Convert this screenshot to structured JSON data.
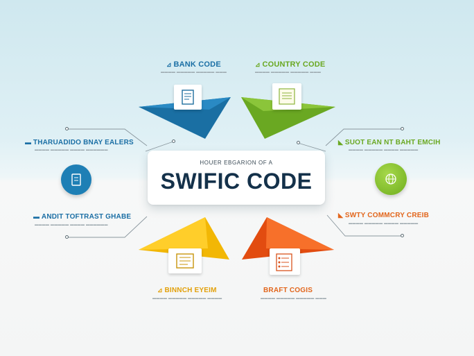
{
  "center": {
    "subtitle": "HOUER EBGARION OF A",
    "title": "SWIFIC CODE"
  },
  "top_left": {
    "label": "BANK CODE",
    "icon": "bank-icon",
    "color": "#1e7fb5"
  },
  "top_right": {
    "label": "COUNTRY CODE",
    "icon": "document-icon",
    "color": "#78b82a"
  },
  "bottom_left": {
    "label": "BINNCH EYEIM",
    "icon": "document-icon",
    "color": "#f2b705"
  },
  "bottom_right": {
    "label": "BRAFT COGIS",
    "icon": "list-icon",
    "color": "#ef5a1c"
  },
  "left_upper": {
    "label": "THARUADIDO BNAY EALERS",
    "icon": "location-icon"
  },
  "left_lower": {
    "label": "ANDIT TOFTRAST GHABE",
    "icon": "location-icon"
  },
  "right_upper": {
    "label": "SUOT EAN NT BAHT EMCIH",
    "icon": "location-icon"
  },
  "right_lower": {
    "label": "SWTY COMMCRY CREIB",
    "icon": "location-icon"
  },
  "left_circle": {
    "icon": "document-icon",
    "color": "#1e7fb5"
  },
  "right_circle": {
    "icon": "globe-icon",
    "color": "#78b82a"
  }
}
